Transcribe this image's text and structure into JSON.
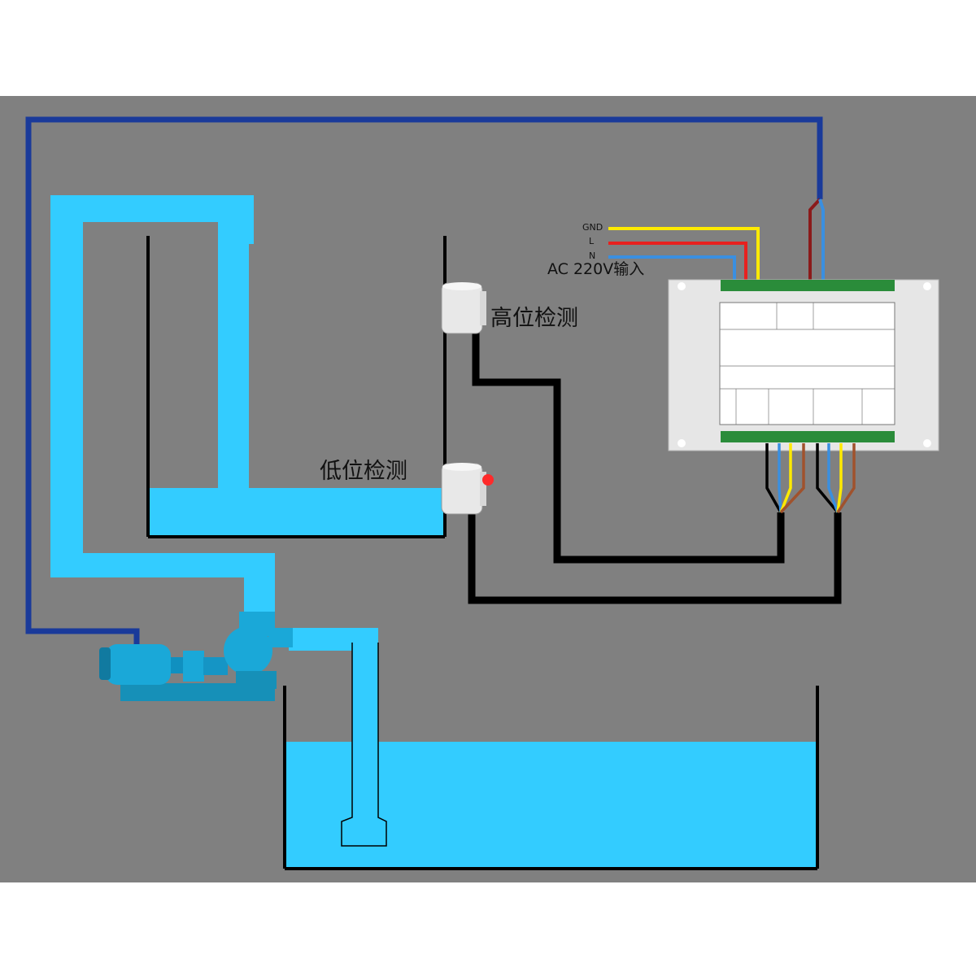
{
  "labels": {
    "high_sensor": "高位检测",
    "low_sensor": "低位检测",
    "power_input": "AC 220V输入",
    "wire_gnd": "GND",
    "wire_l": "L",
    "wire_n": "N"
  },
  "colors": {
    "background": "#808080",
    "water": "#33ccff",
    "pipe": "#33ccff",
    "wire_blue_loop": "#1a3a9a",
    "wire_gnd": "#ffea00",
    "wire_l": "#e8211e",
    "wire_n": "#3a8fe0",
    "sensor_cable": "#000000",
    "controller_body": "#e6e6e6",
    "pump": "#1aa8d8"
  },
  "icons": {
    "pump": "centrifugal-pump-icon",
    "high_sensor": "level-sensor-icon",
    "low_sensor": "level-sensor-icon",
    "controller": "relay-controller-module-icon",
    "indicator": "red-led-icon"
  }
}
